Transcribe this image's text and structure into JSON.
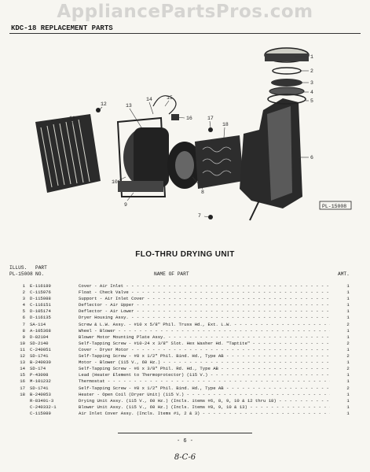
{
  "watermark": "AppliancePartsPros.com",
  "header": "KDC-18 REPLACEMENT PARTS",
  "diagram": {
    "callouts": [
      "1",
      "2",
      "3",
      "4",
      "5",
      "6",
      "7",
      "8",
      "9",
      "10",
      "11",
      "12",
      "13",
      "14",
      "15",
      "16",
      "17",
      "18"
    ],
    "ref": "PL-15008"
  },
  "title": "FLO-THRU DRYING UNIT",
  "columns": {
    "illus_line1": "ILLUS.",
    "illus_line2": "PL-15008",
    "part_line1": "PART",
    "part_line2": "NO.",
    "name": "NAME OF PART",
    "amt": "AMT."
  },
  "parts": [
    {
      "n": "1",
      "p": "E-116189",
      "d": "Cover - Air Inlet",
      "a": "1"
    },
    {
      "n": "2",
      "p": "C-115976",
      "d": "Float - Check Valve",
      "a": "1"
    },
    {
      "n": "3",
      "p": "D-115988",
      "d": "Support - Air Inlet Cover",
      "a": "1"
    },
    {
      "n": "4",
      "p": "C-116151",
      "d": "Deflector - Air Upper",
      "a": "1"
    },
    {
      "n": "5",
      "p": "D-105174",
      "d": "Deflector - Air Lower",
      "a": "1"
    },
    {
      "n": "6",
      "p": "D-116135",
      "d": "Dryer Housing Assy.",
      "a": "1"
    },
    {
      "n": "7",
      "p": "SA-114",
      "d": "Screw & L.W. Assy. - #10 x 5/8\" Phil. Truss Hd., Ext. L.W.",
      "a": "2"
    },
    {
      "n": "8",
      "p": "A-105368",
      "d": "Wheel - Blower",
      "a": "1"
    },
    {
      "n": "9",
      "p": "D-82104",
      "d": "Blower Motor Mounting Plate Assy.",
      "a": "1"
    },
    {
      "n": "10",
      "p": "SD-2140",
      "d": "Self-Tapping Screw - #10-24 x 3/8\" Slot. Hex Washer Hd. \"Taptite\"",
      "a": "2"
    },
    {
      "n": "11",
      "p": "C-240051",
      "d": "Cover - Dryer Motor",
      "a": "1"
    },
    {
      "n": "12",
      "p": "SD-1741",
      "d": "Self-Tapping Screw - #8 x 1/2\" Phil. Bind. Hd., Type AB",
      "a": "2"
    },
    {
      "n": "13",
      "p": "B-240030",
      "d": "Motor - Blower (115 V., 60 Hz.)",
      "a": "1"
    },
    {
      "n": "14",
      "p": "SD-174",
      "d": "Self-Tapping Screw - #6 x 3/8\" Phil. Rd. Hd., Type AB",
      "a": "2"
    },
    {
      "n": "15",
      "p": "P-43098",
      "d": "Lead (Heater Element to Thermoprotector) (115 V.)",
      "a": "1"
    },
    {
      "n": "16",
      "p": "M-101232",
      "d": "Thermostat",
      "a": "1"
    },
    {
      "n": "17",
      "p": "SD-1741",
      "d": "Self-Tapping Screw - #8 x 1/2\" Phil. Bind. Hd., Type AB",
      "a": "2"
    },
    {
      "n": "18",
      "p": "B-240053",
      "d": "Heater - Open Coil (Dryer Unit) (115 V.)",
      "a": "1"
    },
    {
      "n": "",
      "p": "R-83491-3",
      "d": "Drying Unit Assy. (115 V., 60 Hz.) (Incls. items #6, 8, 9, 10 & 12 thru 18)",
      "a": "1"
    },
    {
      "n": "",
      "p": "C-240332-1",
      "d": "Blower Unit Assy. (115 V., 60 Hz.) (Incls. Items #8, 9, 10 & 13)",
      "a": "1"
    },
    {
      "n": "",
      "p": "C-115989",
      "d": "Air Inlet Cover Assy. (Incls. Items #1, 2 & 3)",
      "a": "1"
    }
  ],
  "page_number": "- 6 -",
  "handwritten": "8-C-6"
}
